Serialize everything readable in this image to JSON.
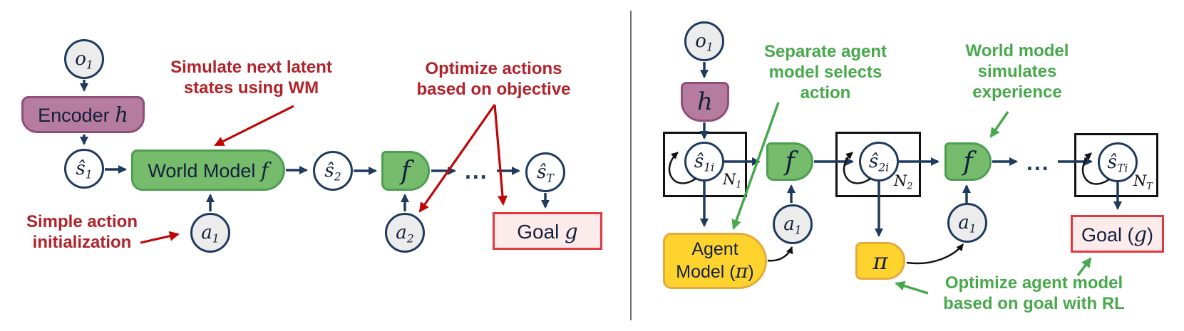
{
  "colors": {
    "navy_arrow": "#1f3a5f",
    "red_text": "#b2222a",
    "red_arrow": "#c00505",
    "green_text": "#48a94c",
    "green_fill": "#77bc6d",
    "green_border": "#4c9e51",
    "purple_fill": "#b57ca0",
    "purple_border": "#8f4e78",
    "yellow_fill": "#ffd32e",
    "yellow_border": "#e6a93c",
    "pink_fill": "#fcebeb",
    "pink_border": "#e3383e",
    "node_gray": "#ececec"
  },
  "left": {
    "annotations": {
      "simulate": "Simulate next latent\nstates using WM",
      "simple": "Simple action\ninitialization",
      "optimize": "Optimize actions\nbased on objective"
    },
    "encoder": {
      "text": "Encoder ",
      "math": "h"
    },
    "world_model": {
      "text": "World Model ",
      "math": "f"
    },
    "f": "f",
    "goal": {
      "text": "Goal ",
      "math": "g"
    },
    "dots": "...",
    "nodes": {
      "o1": {
        "base": "o",
        "sub": "1"
      },
      "s1": {
        "base": "ŝ",
        "sub": "1"
      },
      "s2": {
        "base": "ŝ",
        "sub": "2"
      },
      "sT": {
        "base": "ŝ",
        "sub": "T"
      },
      "a1": {
        "base": "a",
        "sub": "1"
      },
      "a2": {
        "base": "a",
        "sub": "2"
      }
    }
  },
  "right": {
    "annotations": {
      "separate": "Separate agent\nmodel selects\naction",
      "world": "World model\nsimulates\nexperience",
      "optimize": "Optimize agent model\nbased on goal with RL"
    },
    "h": "h",
    "f1": "f",
    "f2": "f",
    "pi": "π",
    "agent_model": {
      "line1": "Agent",
      "line2_pre": "Model (",
      "line2_math": "π",
      "line2_post": ")"
    },
    "goal": {
      "text": "Goal (",
      "math": "g",
      "post": ")"
    },
    "dots": "...",
    "nodes": {
      "o1": {
        "base": "o",
        "sub": "1"
      },
      "s1i": {
        "base": "ŝ",
        "sub": "1i"
      },
      "s2i": {
        "base": "ŝ",
        "sub": "2i"
      },
      "sTi": {
        "base": "ŝ",
        "sub": "Ti"
      },
      "a1a": {
        "base": "a",
        "sub": "1"
      },
      "a1b": {
        "base": "a",
        "sub": "1"
      }
    },
    "plates": {
      "n1": {
        "base": "N",
        "sub": "1"
      },
      "n2": {
        "base": "N",
        "sub": "2"
      },
      "nT": {
        "base": "N",
        "sub": "T"
      }
    }
  }
}
